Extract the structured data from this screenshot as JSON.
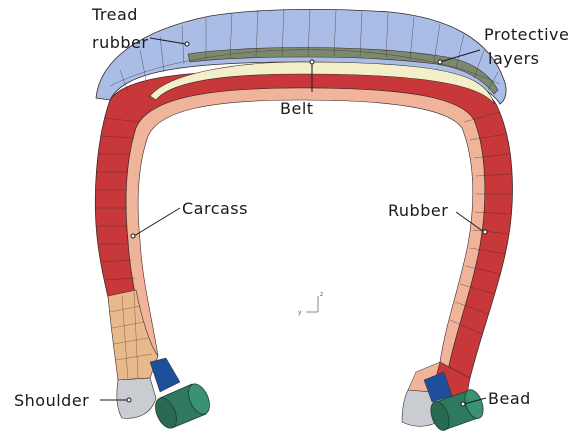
{
  "labels": {
    "tread_line1": "Tread",
    "tread_line2": "rubber",
    "protective_line1": "Protective",
    "protective_line2": "layers",
    "belt": "Belt",
    "carcass": "Carcass",
    "rubber": "Rubber",
    "shoulder": "Shoulder",
    "bead": "Bead"
  },
  "axis": {
    "vertical": "z",
    "horizontal": "y"
  },
  "colors": {
    "tread": "#a9bde6",
    "protective": "#7b8a6e",
    "belt_layer": "#f3efc9",
    "carcass": "#c8383a",
    "inner_band": "#f0b49a",
    "shoulder": "#e8b98a",
    "shoulder_gray": "#c9cdd2",
    "bead_core": "#2f7a5e",
    "bead_blue": "#1e4f9a",
    "mesh_line": "#3a2a2a"
  }
}
